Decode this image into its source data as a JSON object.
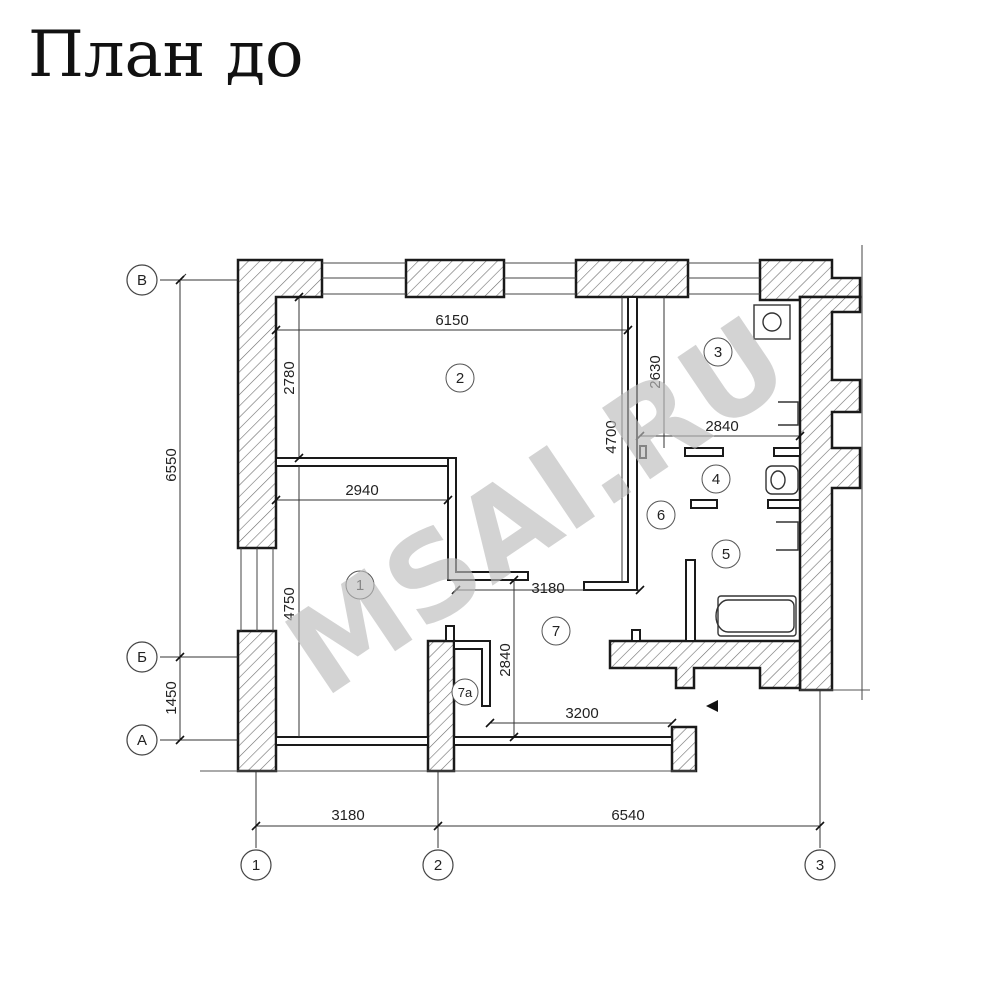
{
  "title": "План до",
  "watermark": "MSAI.RU",
  "axes": {
    "rows": [
      "В",
      "Б",
      "А"
    ],
    "columns": [
      "1",
      "2",
      "3"
    ]
  },
  "rooms": [
    "1",
    "2",
    "3",
    "4",
    "5",
    "6",
    "7",
    "7а"
  ],
  "dimensions": {
    "d6150": "6150",
    "d2780": "2780",
    "d2630": "2630",
    "d4700": "4700",
    "d2840_top": "2840",
    "d2940": "2940",
    "d4750": "4750",
    "d3180_inner": "3180",
    "d2840_vert": "2840",
    "d3200": "3200",
    "d6550": "6550",
    "d1450": "1450",
    "d3180_bottom": "3180",
    "d6540": "6540"
  },
  "colors": {
    "wall_stroke": "#1a1a1a",
    "hatch": "#6e6e6e",
    "watermark": "#bdbdbd"
  }
}
